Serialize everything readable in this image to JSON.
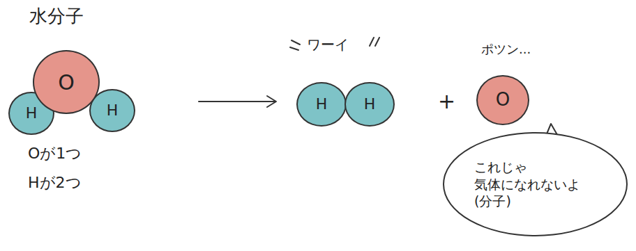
{
  "diagram": {
    "nodes": [
      {
        "text": [
          "O"
        ]
      },
      {
        "text": [
          "H"
        ]
      },
      {
        "text": [
          "H"
        ]
      },
      {
        "text": [
          "H"
        ]
      },
      {
        "text": [
          "H"
        ]
      },
      {
        "text": [
          "O"
        ]
      },
      {
        "text": [
          "これじゃ 気体になれないよ (分子)"
        ]
      }
    ],
    "labels": [
      "水分子",
      "Oが1つ",
      "Hが2つ",
      "ワーイ",
      "+",
      "ポツン..."
    ]
  }
}
